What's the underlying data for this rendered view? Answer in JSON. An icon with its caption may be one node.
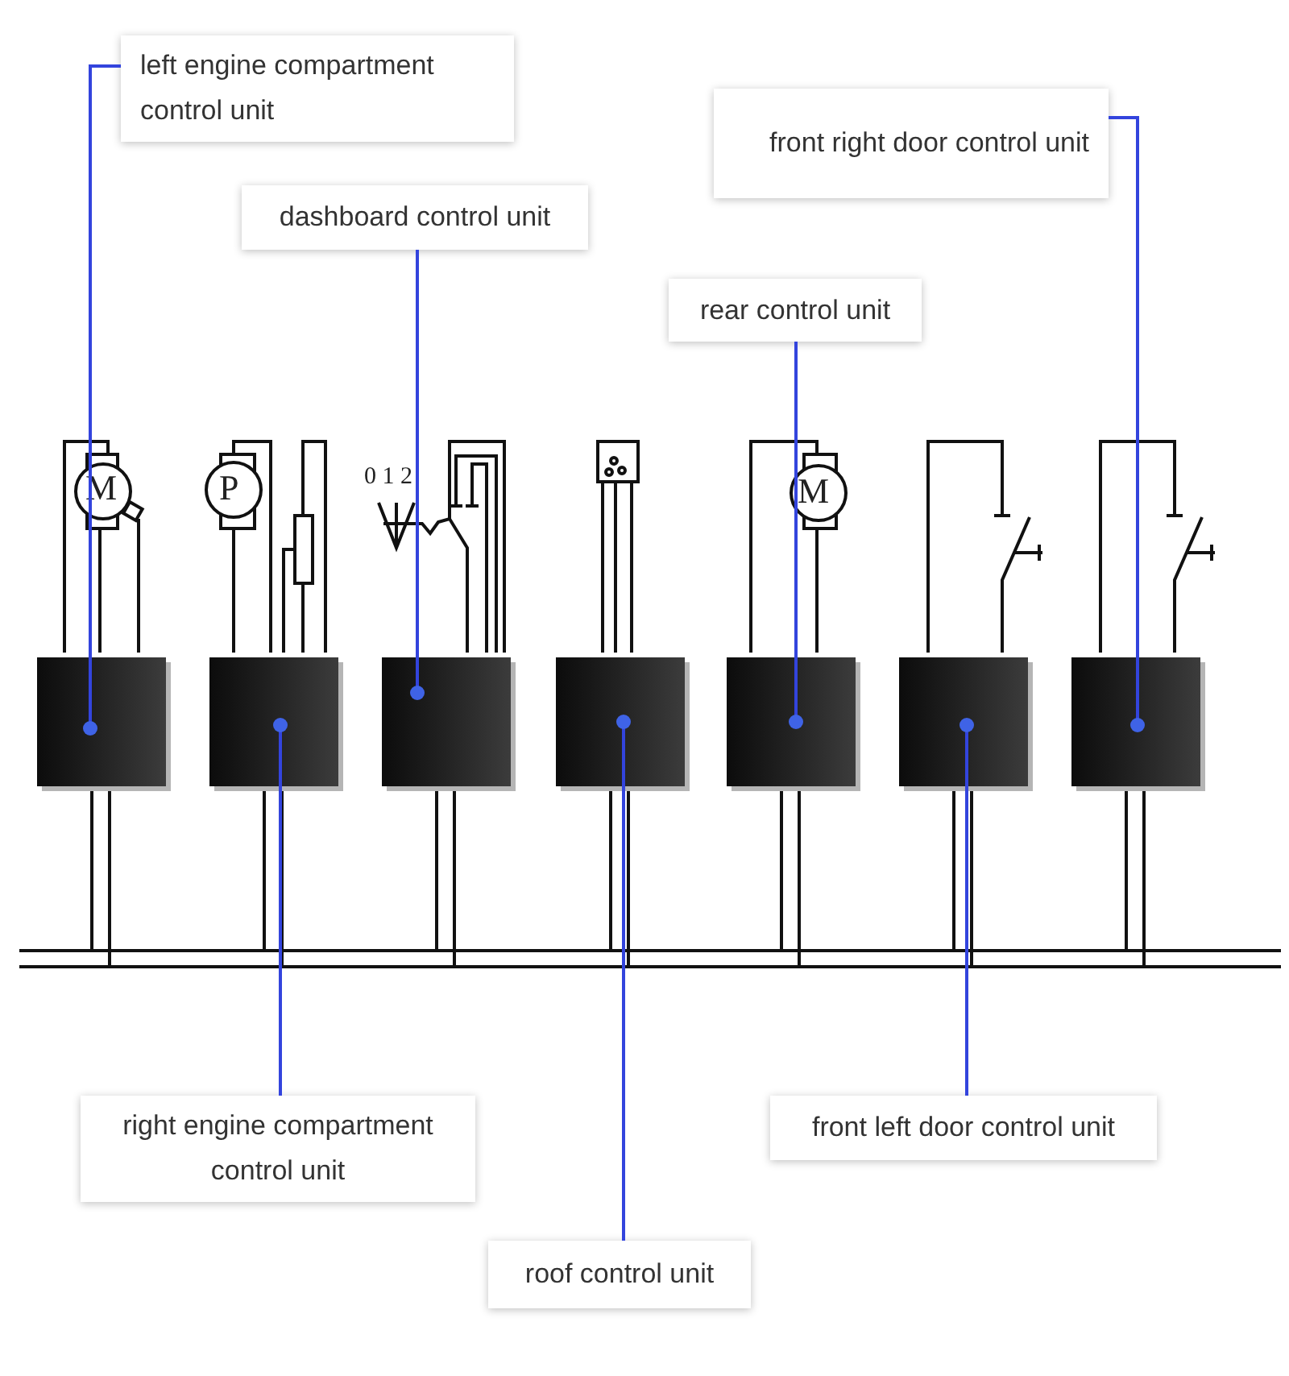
{
  "diagram": {
    "nodes": [
      {
        "text": [
          "left engine compartment control unit"
        ]
      },
      {
        "text": [
          "front right door control unit"
        ]
      },
      {
        "text": [
          "dashboard control unit"
        ]
      },
      {
        "text": [
          "rear control unit"
        ]
      },
      {
        "text": [],
        "shape": "box"
      },
      {
        "text": [],
        "shape": "box"
      },
      {
        "text": [],
        "shape": "box"
      },
      {
        "text": [],
        "shape": "box"
      },
      {
        "text": [],
        "shape": "box"
      },
      {
        "text": [],
        "shape": "box"
      },
      {
        "text": [],
        "shape": "box"
      },
      {
        "text": [
          "right engine compartment control unit"
        ]
      },
      {
        "text": [
          "front left door control unit"
        ]
      },
      {
        "text": [
          "roof control unit"
        ]
      }
    ],
    "edges": [
      {
        "from": 0,
        "to": 4,
        "arrow": "other"
      },
      {
        "from": 1,
        "to": 10,
        "arrow": "other"
      },
      {
        "from": 2,
        "to": 6,
        "arrow": "other"
      },
      {
        "from": 3,
        "to": 8,
        "arrow": "other"
      },
      {
        "from": 11,
        "to": 5,
        "arrow": "other"
      },
      {
        "from": 12,
        "to": 9,
        "arrow": "other"
      },
      {
        "from": 13,
        "to": 7,
        "arrow": "other"
      }
    ],
    "labels": [
      "M",
      "P",
      "0 1 2",
      "M"
    ]
  }
}
